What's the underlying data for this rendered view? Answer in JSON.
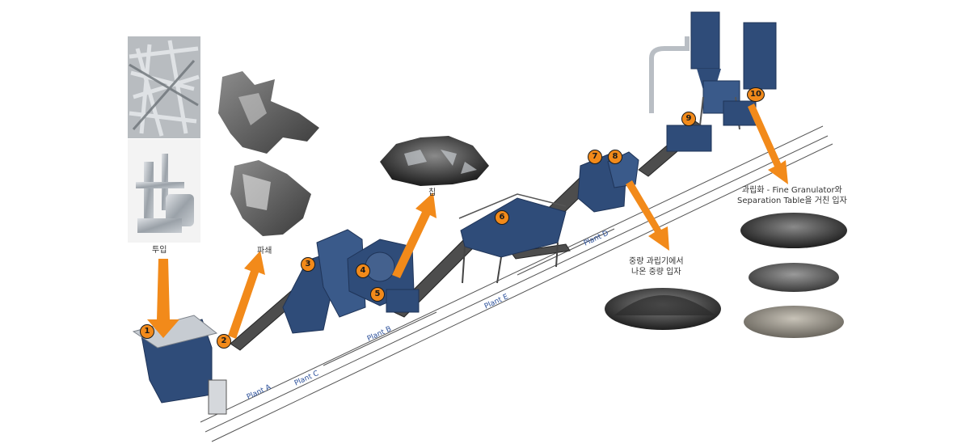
{
  "labels": {
    "input": "투입",
    "shred": "파쇄",
    "chip": "칩",
    "heavy_line1": "중량 과립기에서",
    "heavy_line2": "나온 중량 입자",
    "fine_line1": "과립화 -   Fine Granulator와",
    "fine_line2": "Separation Table을 거친 입자"
  },
  "plants": [
    "Plant A",
    "Plant C",
    "Plant B",
    "Plant E",
    "Plant D"
  ],
  "stations": [
    "1",
    "2",
    "3",
    "4",
    "5",
    "6",
    "7",
    "8",
    "9",
    "10"
  ],
  "colors": {
    "machine_blue": "#2f4c79",
    "machine_dark": "#1f3458",
    "conveyor": "#4a4a4a",
    "arrow_orange": "#f28a1a",
    "badge_fill": "#f28a1a",
    "plant_label": "#2a4f9a"
  },
  "icons": [
    "aluminium-scrap-photo",
    "aluminium-profile-photo",
    "shredded-metal-photo",
    "metal-chip-photo",
    "heavy-granule-pile",
    "fine-granule-pile"
  ]
}
